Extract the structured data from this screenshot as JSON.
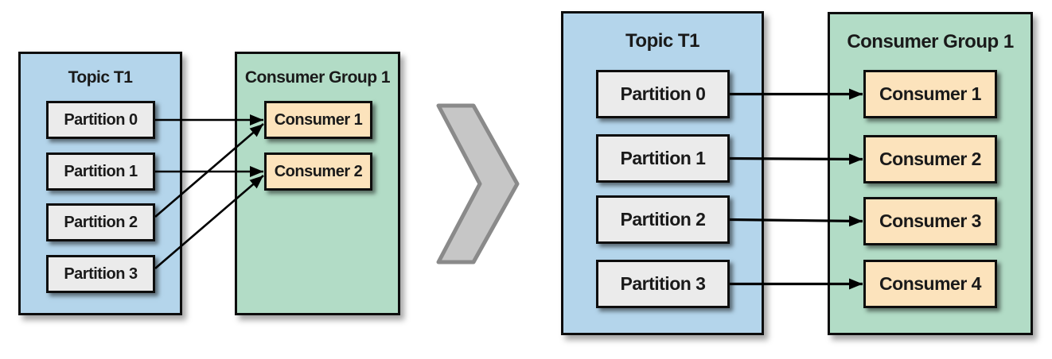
{
  "colors": {
    "canvas_bg": "#ffffff",
    "topic_fill": "#b4d5eb",
    "group_fill": "#b2dcc6",
    "partition_fill": "#ebebeb",
    "consumer_fill": "#fce3bc",
    "box_border": "#0d0d0d",
    "arrow": "#000000",
    "chevron_fill": "#c6c6c6",
    "chevron_border": "#8a8a8a",
    "text": "#1a1a1a"
  },
  "left_diagram": {
    "topic": {
      "title": "Topic T1",
      "partitions": [
        "Partition 0",
        "Partition 1",
        "Partition 2",
        "Partition 3"
      ]
    },
    "group": {
      "title": "Consumer Group 1",
      "consumers": [
        "Consumer 1",
        "Consumer 2"
      ]
    }
  },
  "right_diagram": {
    "topic": {
      "title": "Topic T1",
      "partitions": [
        "Partition 0",
        "Partition 1",
        "Partition 2",
        "Partition 3"
      ]
    },
    "group": {
      "title": "Consumer Group 1",
      "consumers": [
        "Consumer 1",
        "Consumer 2",
        "Consumer 3",
        "Consumer 4"
      ]
    }
  },
  "chevron_icon": "chevron-right",
  "arrows": [
    {
      "from": "l-p0",
      "to": "l-c0",
      "w": 2.6
    },
    {
      "from": "l-p1",
      "to": "l-c1",
      "w": 2.6
    },
    {
      "from": "l-p2",
      "to": "l-c0",
      "w": 2.6,
      "from_dy": -7,
      "to_dy": 5
    },
    {
      "from": "l-p3",
      "to": "l-c1",
      "w": 2.6,
      "from_dy": -7,
      "to_dy": 5
    },
    {
      "from": "r-p0",
      "to": "r-c0",
      "w": 3.2
    },
    {
      "from": "r-p1",
      "to": "r-c1",
      "w": 3.2
    },
    {
      "from": "r-p2",
      "to": "r-c2",
      "w": 3.2
    },
    {
      "from": "r-p3",
      "to": "r-c3",
      "w": 3.2
    }
  ]
}
